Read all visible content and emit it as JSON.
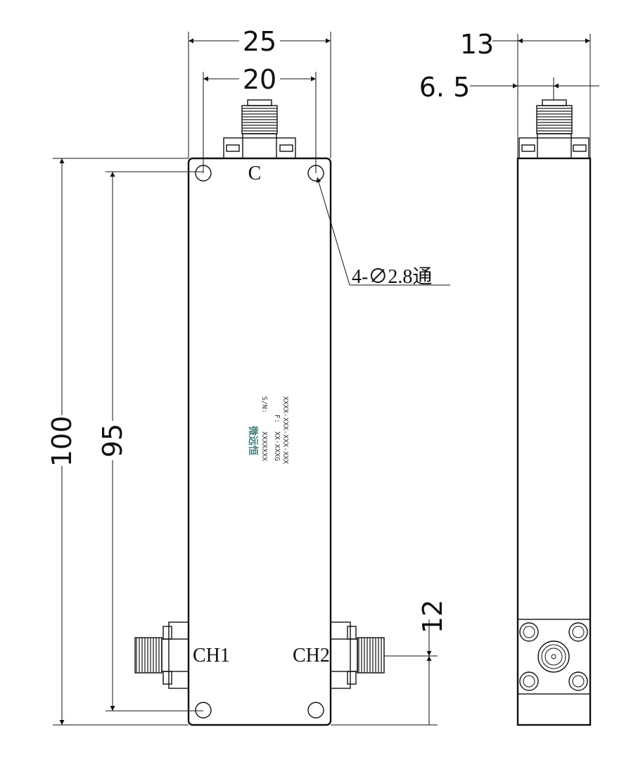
{
  "dimensions": {
    "overall_width": "25",
    "hole_spacing_width": "20",
    "depth": "13",
    "connector_offset": "6. 5",
    "overall_length": "100",
    "hole_spacing_length": "95",
    "port_offset": "12"
  },
  "hole_callout": "4-∅2.8通",
  "ports": {
    "common": "C",
    "channel1": "CH1",
    "channel2": "CH2"
  },
  "nameplate": {
    "model": "XXXX-XXX-XXX-XXX",
    "freq_prefix": "F:",
    "freq_value": "XX-XXXG",
    "serial_prefix": "S/N:",
    "serial_value": "XXXXXXX",
    "logo": "微远恒"
  }
}
